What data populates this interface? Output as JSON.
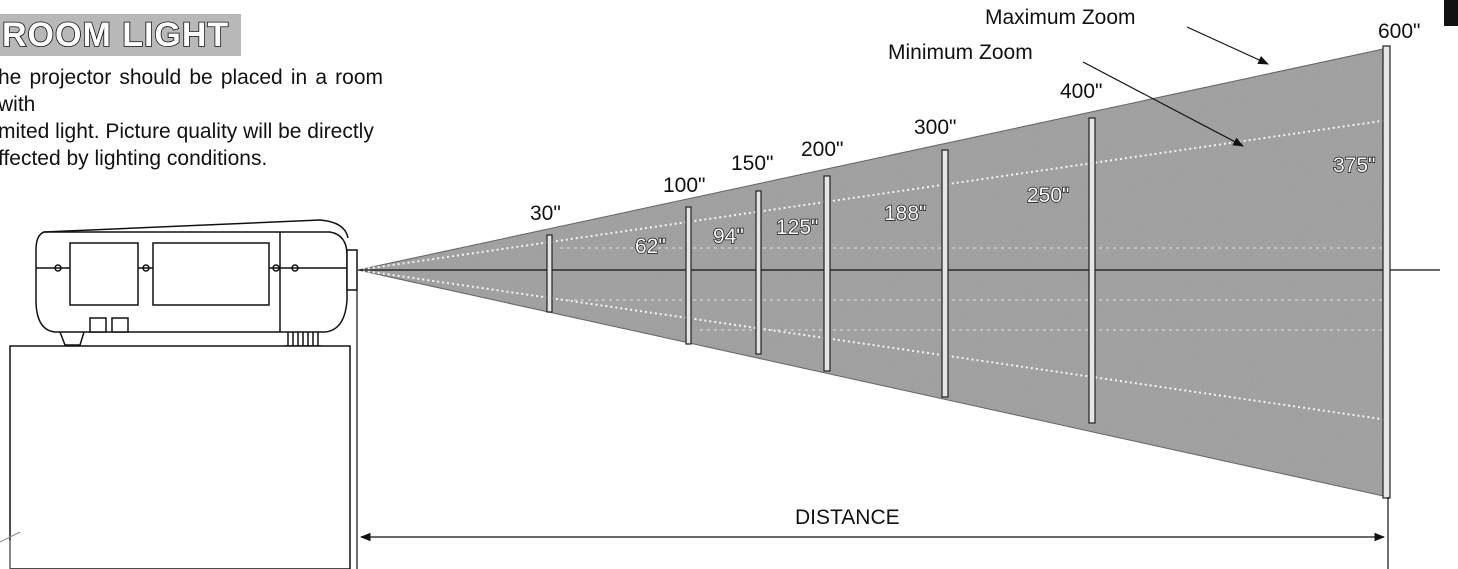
{
  "section": {
    "title": "ROOM LIGHT",
    "intro_lines": [
      "he projector should be placed in a room with",
      "mited light. Picture quality will be directly",
      "ffected by lighting conditions."
    ]
  },
  "diagram": {
    "screen_sizes": [
      "30\"",
      "100\"",
      "150\"",
      "200\"",
      "300\"",
      "400\"",
      "600\""
    ],
    "min_zoom_sizes": [
      "62\"",
      "94\"",
      "125\"",
      "188\"",
      "250\"",
      "375\""
    ],
    "callouts": {
      "maximum_zoom": "Maximum Zoom",
      "minimum_zoom": "Minimum Zoom"
    },
    "distance_label": "DISTANCE"
  },
  "colors": {
    "beam_fill": "#a9a9a9",
    "heading_bg": "#b8b8b8"
  }
}
